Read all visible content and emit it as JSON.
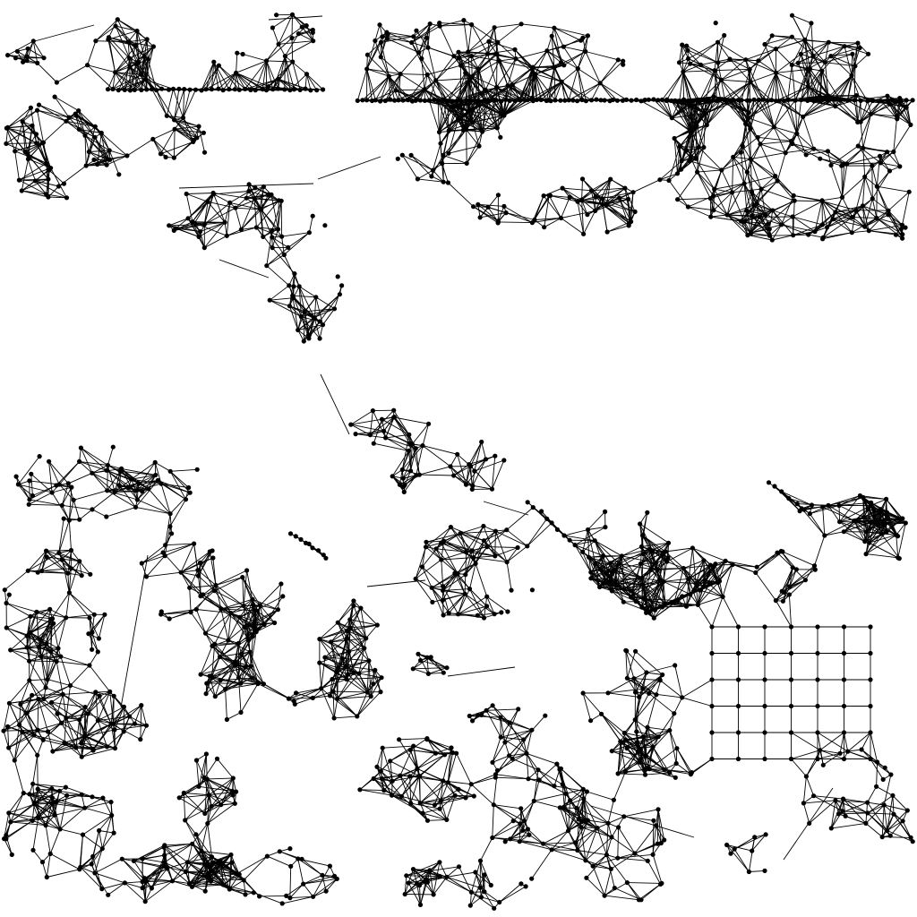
{
  "diagram": {
    "type": "network-graph",
    "style": {
      "background": "#ffffff",
      "node_color": "#000000",
      "edge_color": "#000000"
    },
    "title": "",
    "components": [
      "upper-band-network",
      "lower-band-network",
      "right-side-grid-lattice"
    ]
  }
}
